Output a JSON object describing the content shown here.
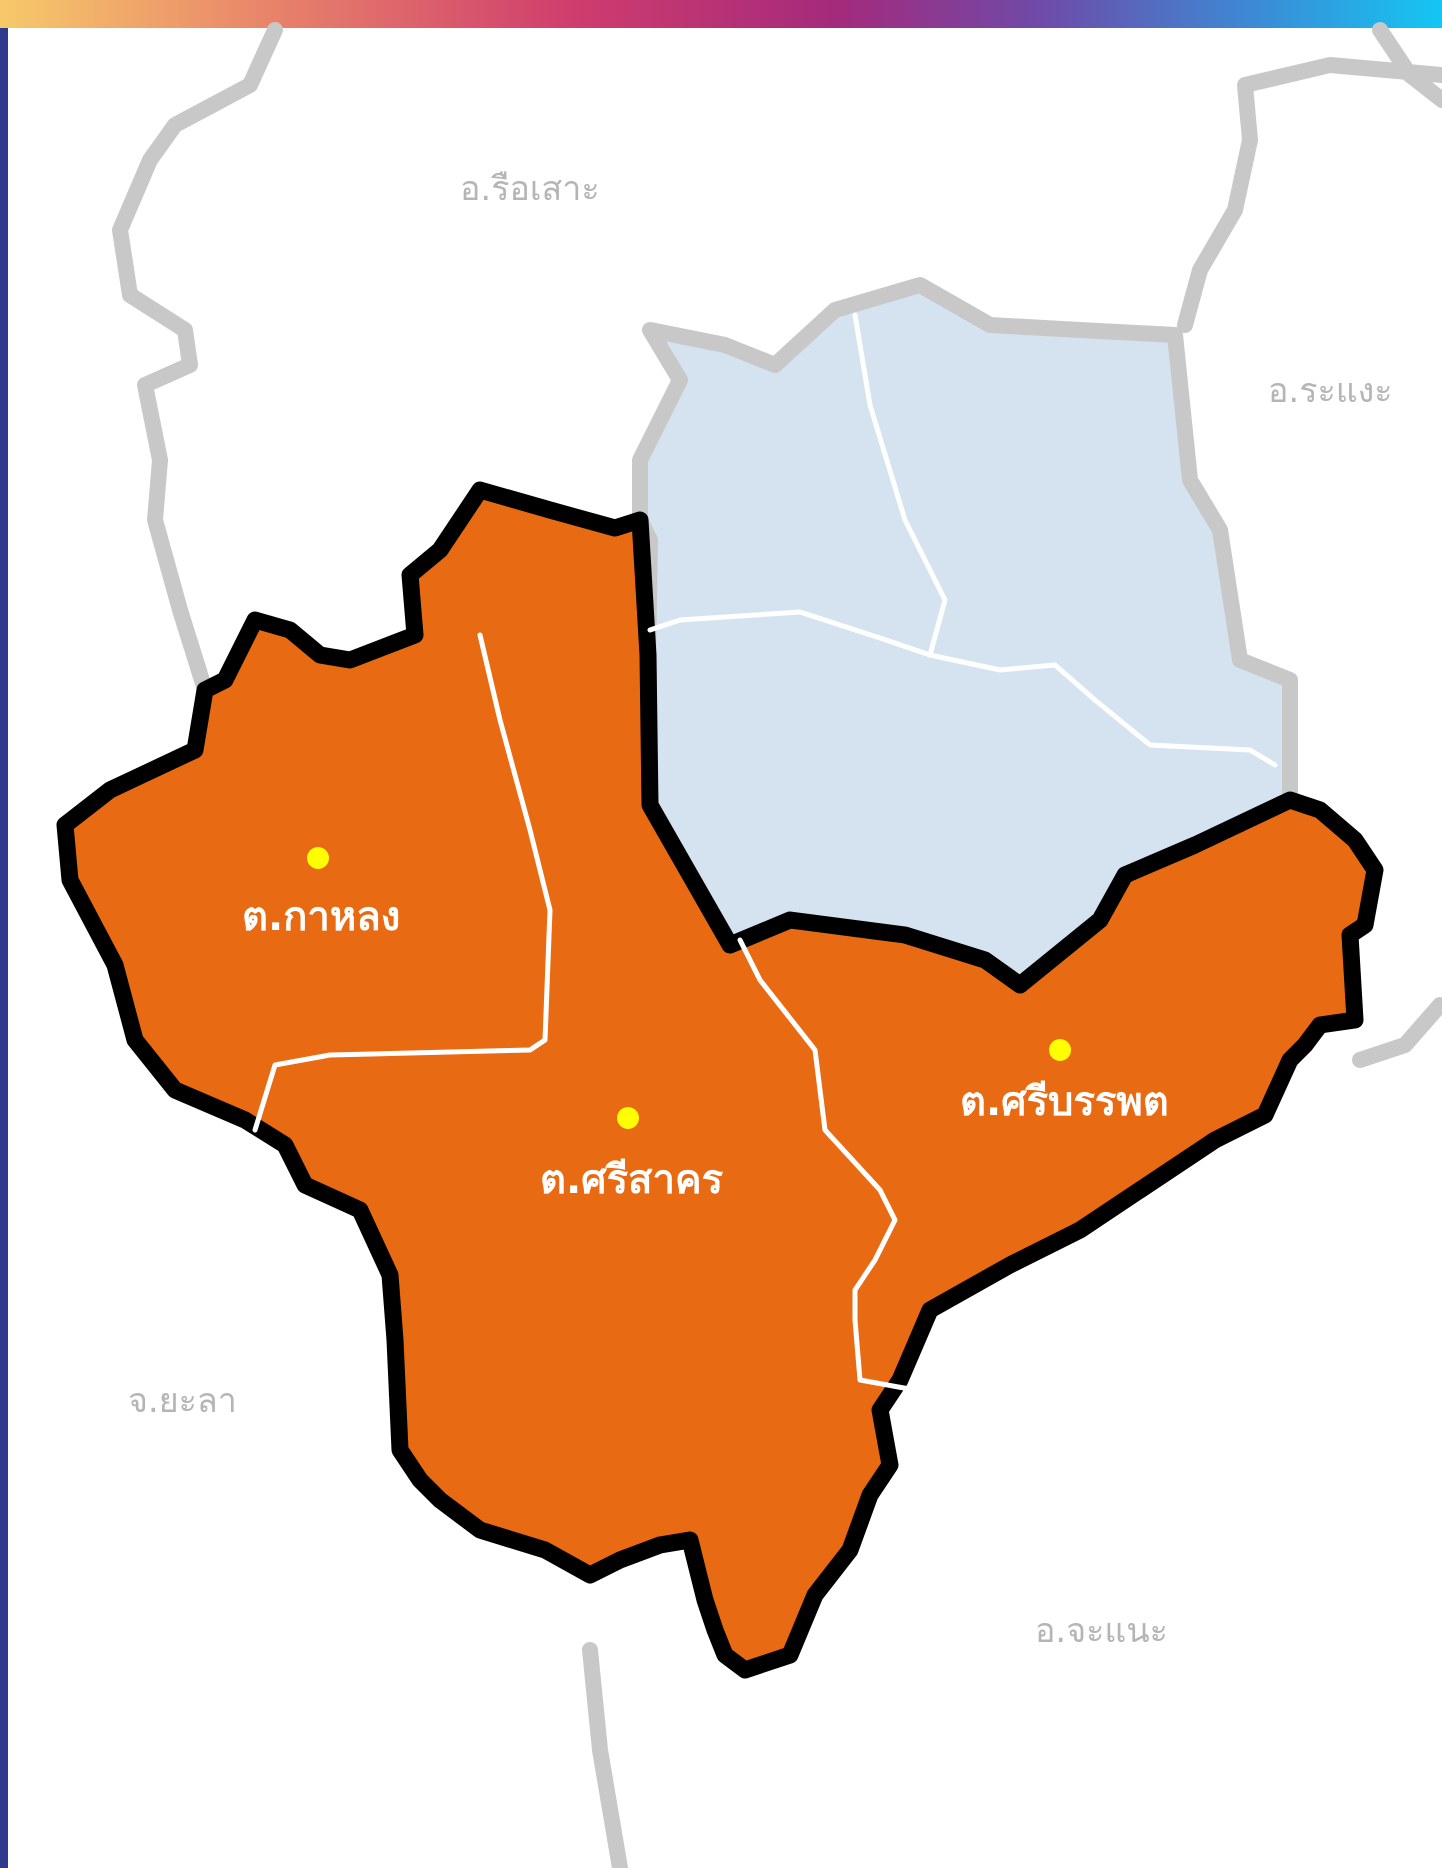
{
  "colors": {
    "highlight_subdistrict": "#e86a12",
    "other_subdistrict": "#d5e3f0",
    "main_border": "#000000",
    "neighbor_border": "#c8c8c8",
    "internal_border": "#ffffff",
    "center_marker": "#ffff00",
    "neighbor_label": "#b5b5b5",
    "subdistrict_label": "#ffffff"
  },
  "neighbor_labels": [
    {
      "id": "rueso",
      "text": "อ.รือเสาะ"
    },
    {
      "id": "rangae",
      "text": "อ.ระแงะ"
    },
    {
      "id": "yala",
      "text": "จ.ยะลา"
    },
    {
      "id": "chanae",
      "text": "อ.จะแนะ"
    }
  ],
  "subdistricts": [
    {
      "id": "kalong",
      "text": "ต.กาหลง"
    },
    {
      "id": "sisakhon",
      "text": "ต.ศรีสาคร"
    },
    {
      "id": "sibanphot",
      "text": "ต.ศรีบรรพต"
    }
  ]
}
